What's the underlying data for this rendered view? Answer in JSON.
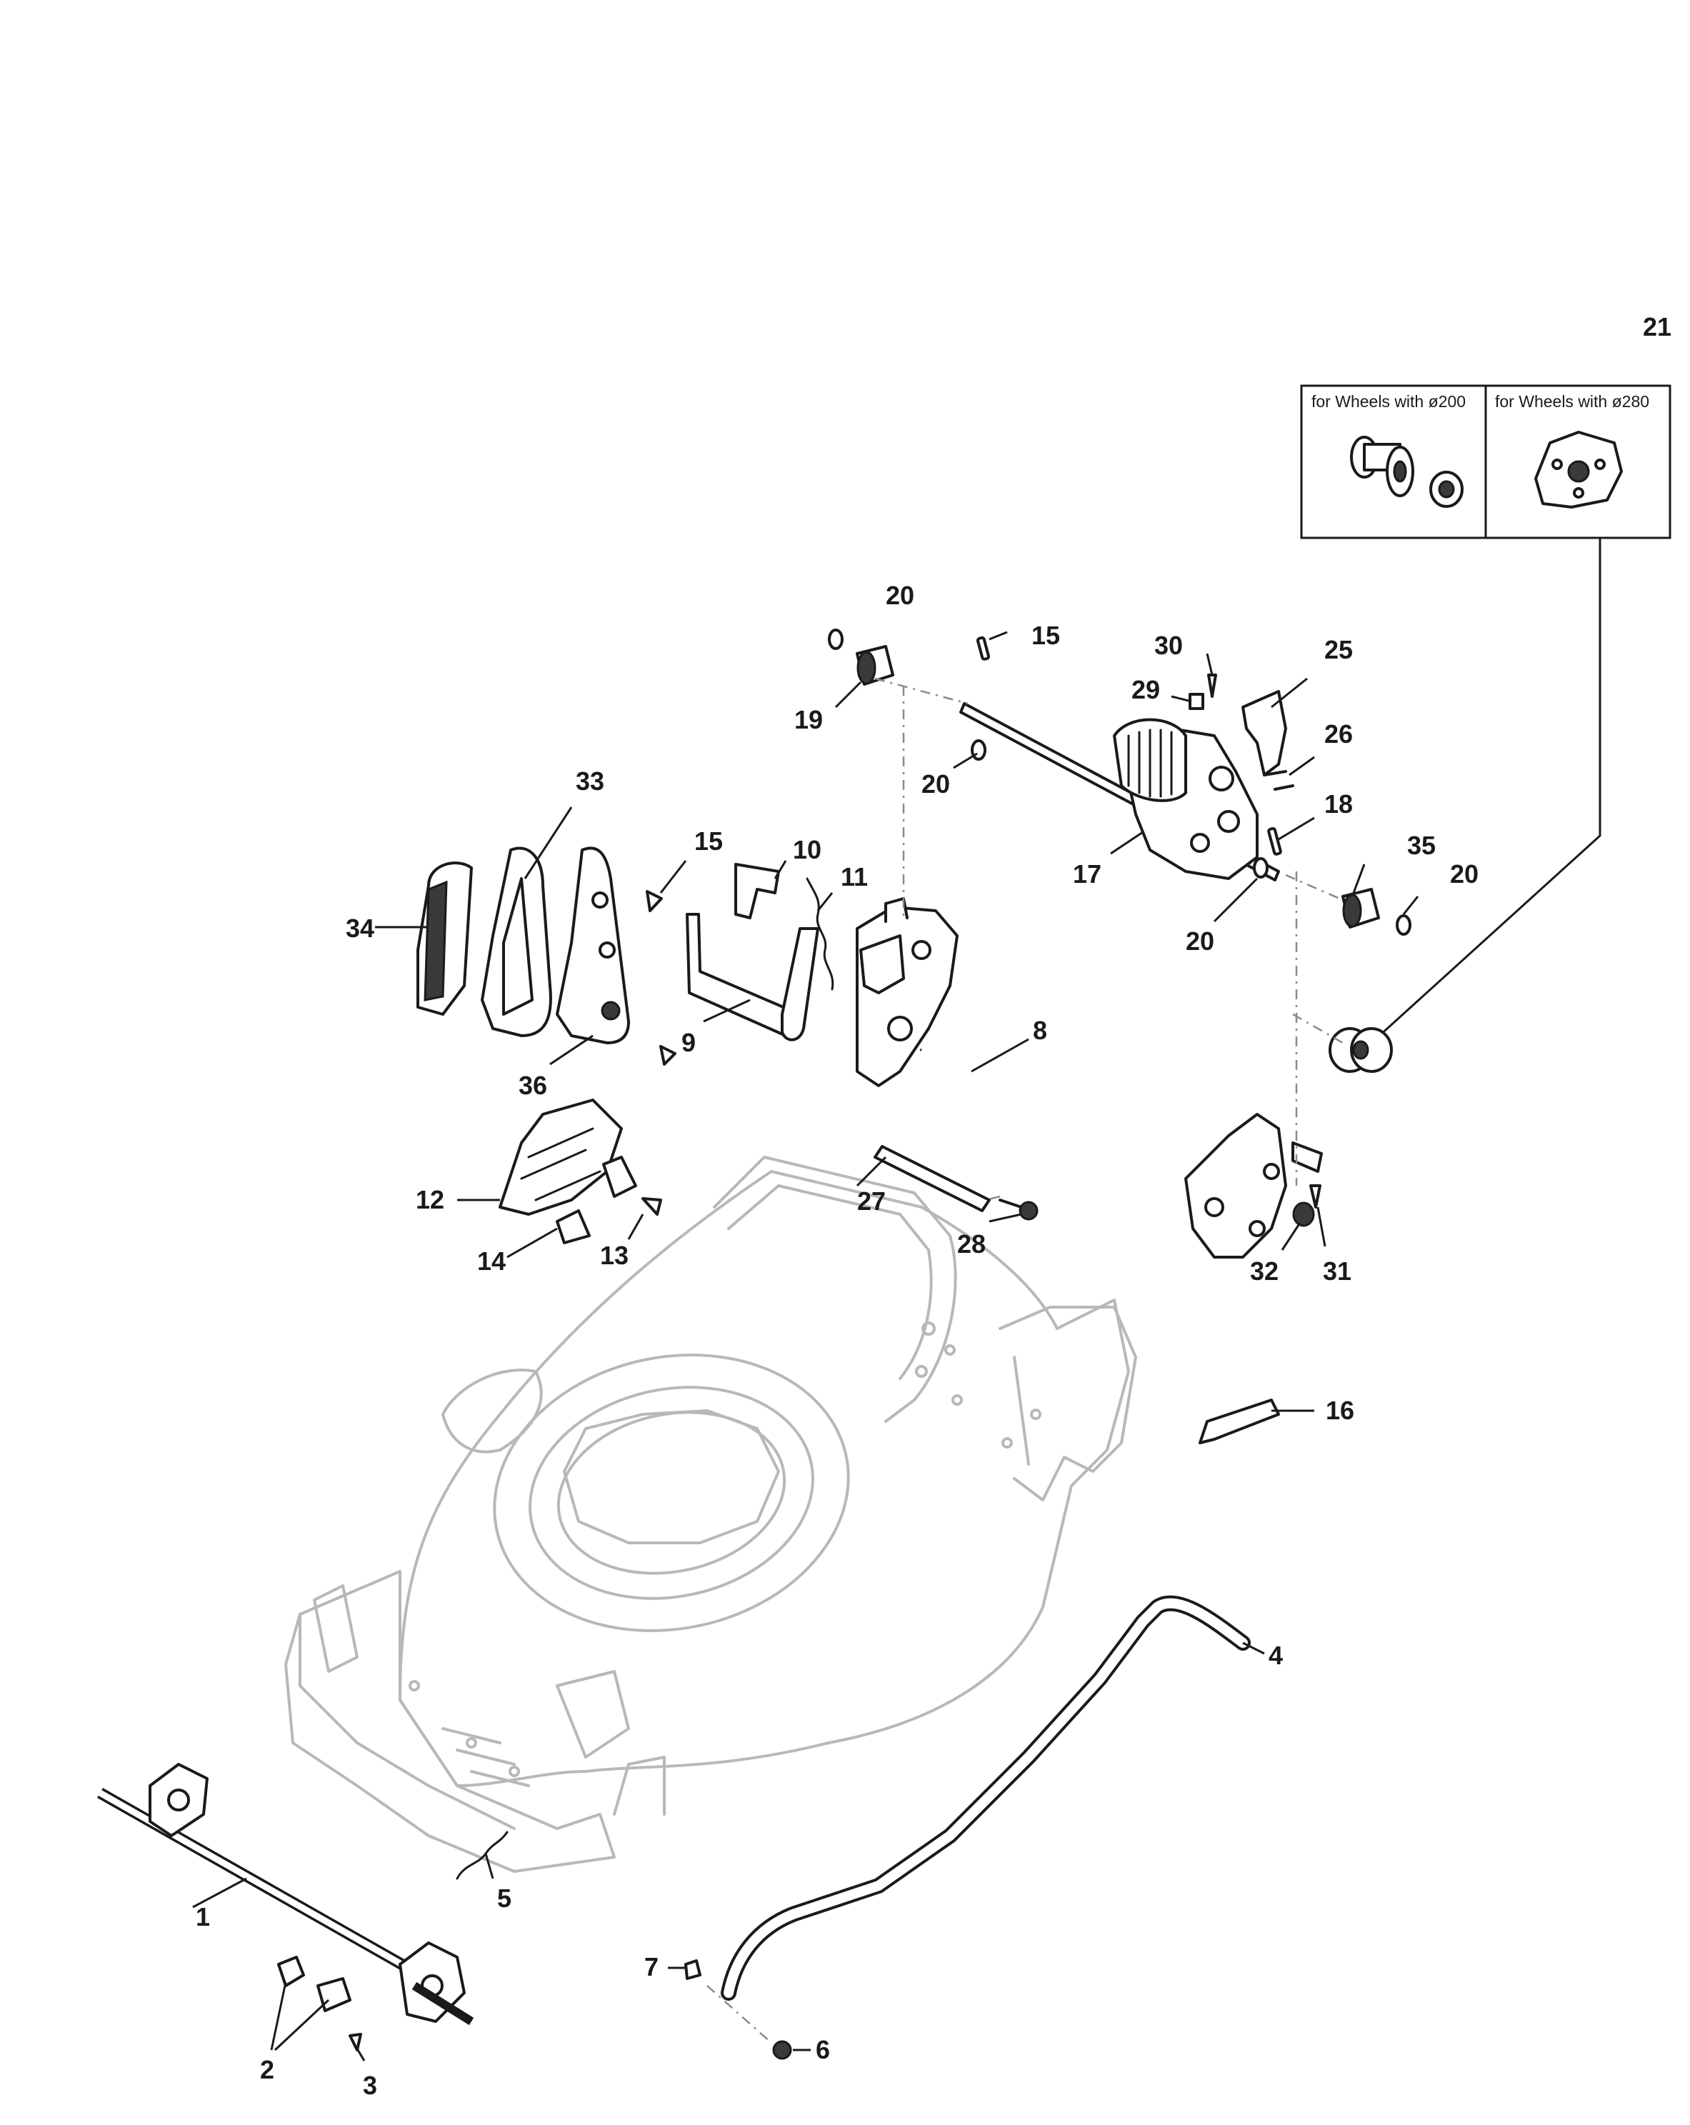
{
  "callouts": [
    {
      "id": "c1",
      "label": "1"
    },
    {
      "id": "c2",
      "label": "2"
    },
    {
      "id": "c3",
      "label": "3"
    },
    {
      "id": "c4",
      "label": "4"
    },
    {
      "id": "c5",
      "label": "5"
    },
    {
      "id": "c6",
      "label": "6"
    },
    {
      "id": "c7",
      "label": "7"
    },
    {
      "id": "c8",
      "label": "8"
    },
    {
      "id": "c9",
      "label": "9"
    },
    {
      "id": "c10",
      "label": "10"
    },
    {
      "id": "c11",
      "label": "11"
    },
    {
      "id": "c12",
      "label": "12"
    },
    {
      "id": "c13",
      "label": "13"
    },
    {
      "id": "c14",
      "label": "14"
    },
    {
      "id": "c15a",
      "label": "15"
    },
    {
      "id": "c15b",
      "label": "15"
    },
    {
      "id": "c16",
      "label": "16"
    },
    {
      "id": "c17",
      "label": "17"
    },
    {
      "id": "c18",
      "label": "18"
    },
    {
      "id": "c19",
      "label": "19"
    },
    {
      "id": "c20a",
      "label": "20"
    },
    {
      "id": "c20b",
      "label": "20"
    },
    {
      "id": "c20c",
      "label": "20"
    },
    {
      "id": "c20d",
      "label": "20"
    },
    {
      "id": "c21",
      "label": "21"
    },
    {
      "id": "c25",
      "label": "25"
    },
    {
      "id": "c26",
      "label": "26"
    },
    {
      "id": "c27",
      "label": "27"
    },
    {
      "id": "c28",
      "label": "28"
    },
    {
      "id": "c29",
      "label": "29"
    },
    {
      "id": "c30",
      "label": "30"
    },
    {
      "id": "c31",
      "label": "31"
    },
    {
      "id": "c32",
      "label": "32"
    },
    {
      "id": "c33",
      "label": "33"
    },
    {
      "id": "c34",
      "label": "34"
    },
    {
      "id": "c35",
      "label": "35"
    },
    {
      "id": "c36",
      "label": "36"
    }
  ],
  "variant_box": {
    "left_label": "for Wheels with ø200",
    "right_label": "for Wheels with ø280"
  }
}
